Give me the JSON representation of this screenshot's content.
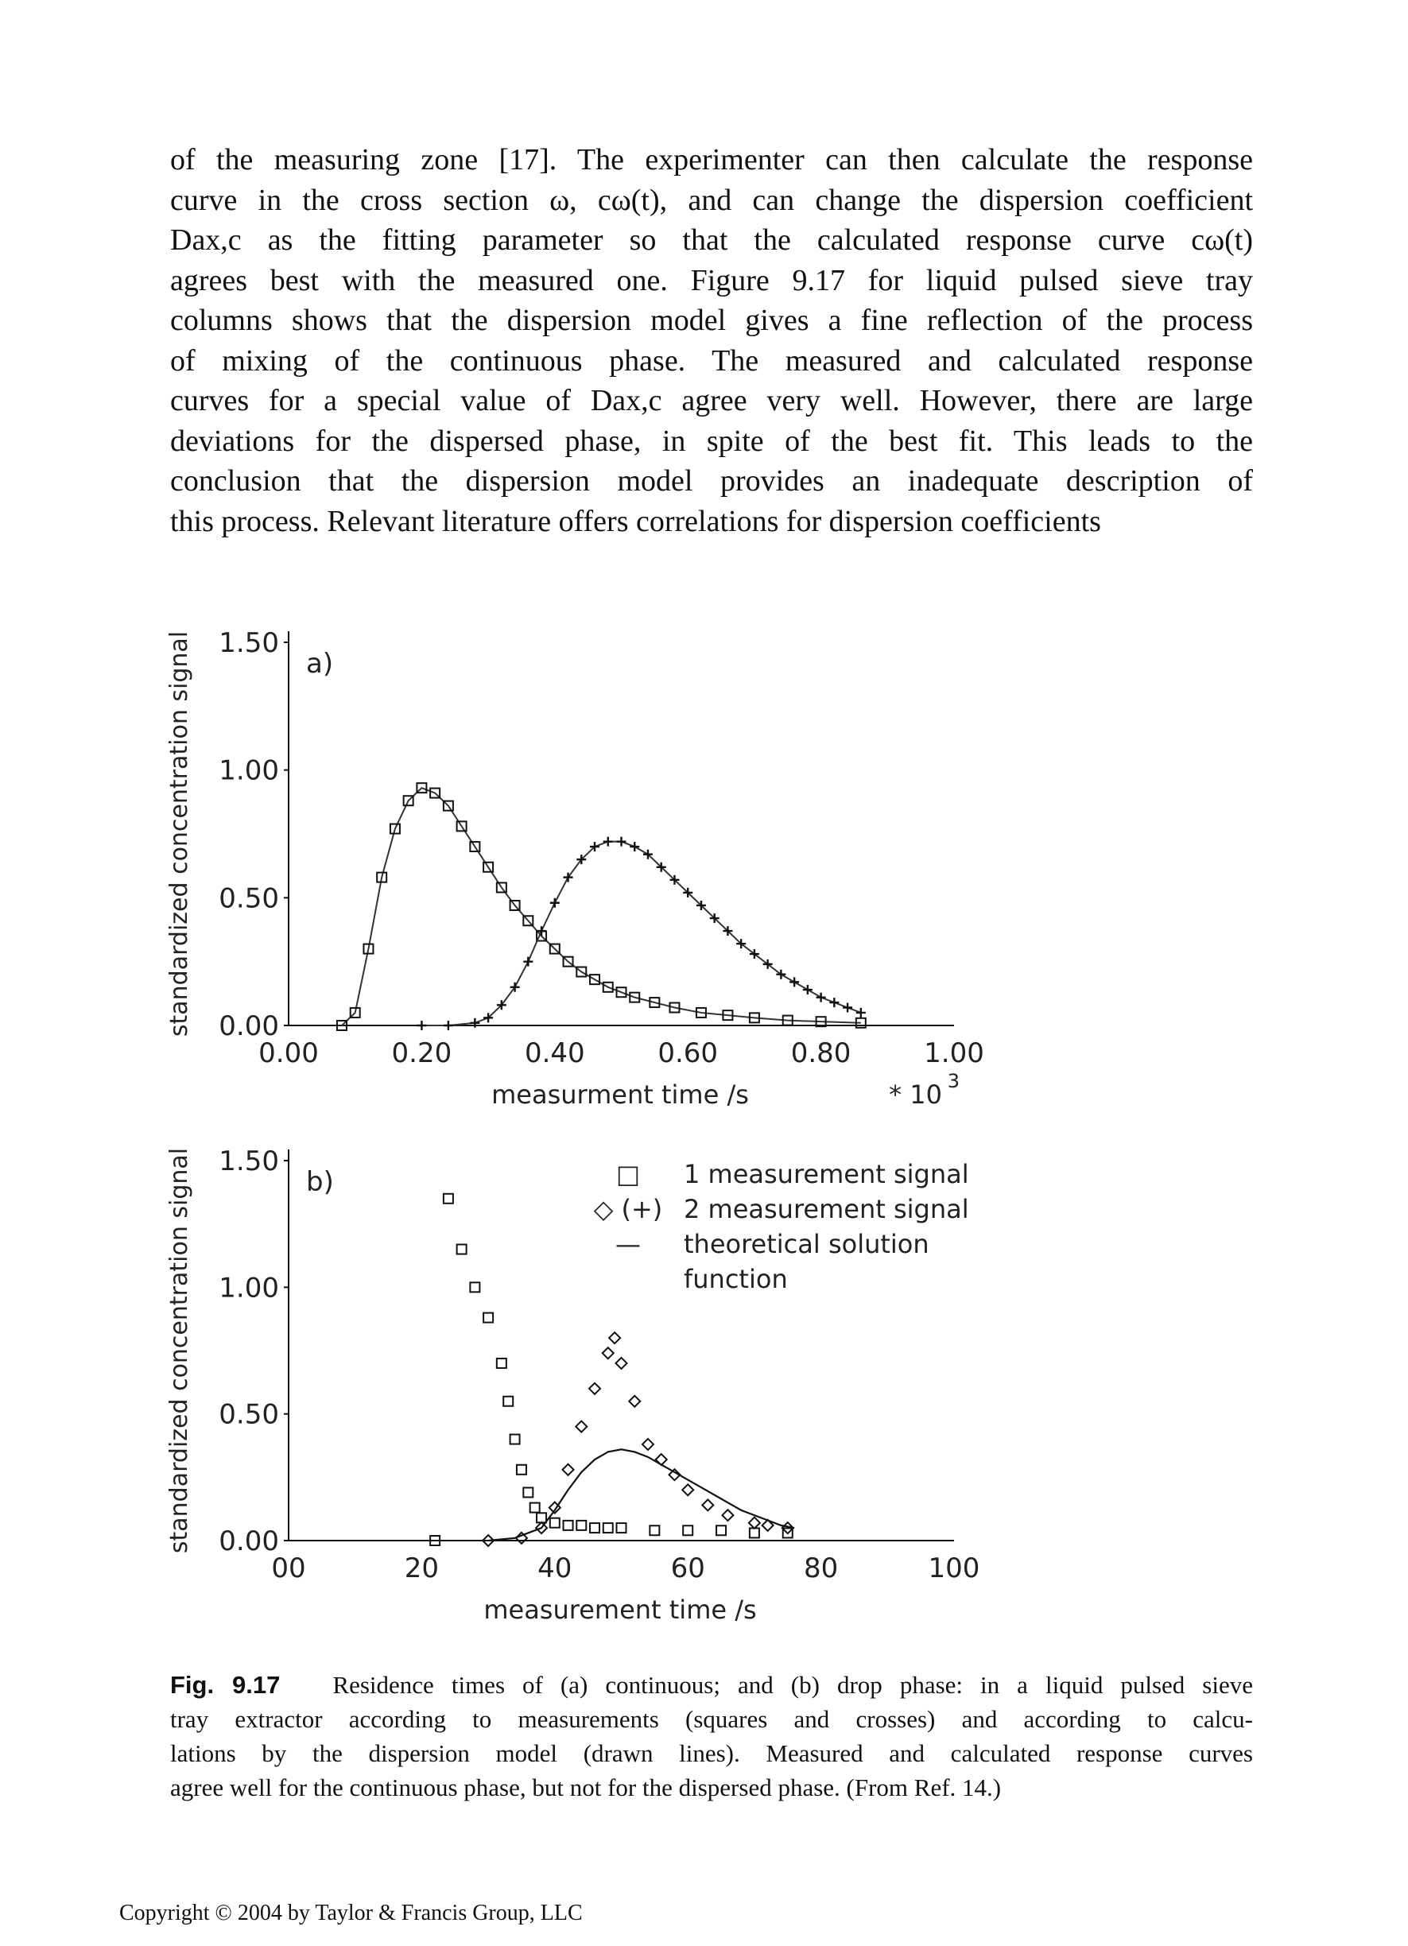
{
  "body_text": {
    "lines": [
      "of the measuring zone [17]. The experimenter can then calculate the response",
      "curve in the cross section ω, cω(t), and can change the dispersion coefficient",
      "Dax,c as the fitting parameter so that the calculated response curve cω(t)",
      "agrees best with the measured one. Figure 9.17 for liquid pulsed sieve tray",
      "columns shows that the dispersion model gives a fine reflection of the process",
      "of mixing of the continuous phase. The measured and calculated response",
      "curves for a special value of Dax,c agree very well. However, there are large",
      "deviations for the dispersed phase, in spite of the best fit. This leads to the",
      "conclusion that the dispersion model provides an inadequate description of",
      "this process. Relevant literature offers correlations for dispersion coefficients"
    ]
  },
  "chart_data": [
    {
      "type": "scatter",
      "panel_label": "a)",
      "xlabel": "measurment time /s",
      "x_multiplier": "* 10",
      "x_multiplier_exp": "3",
      "ylabel": "standardized concentration signal",
      "xlim": [
        0,
        1.0
      ],
      "ylim": [
        0,
        1.5
      ],
      "x_ticks": [
        "0.00",
        "0.20",
        "0.40",
        "0.60",
        "0.80",
        "1.00"
      ],
      "y_ticks": [
        "0.00",
        "0.50",
        "1.00",
        "1.50"
      ],
      "series": [
        {
          "marker": "square",
          "x": [
            0.08,
            0.1,
            0.12,
            0.14,
            0.16,
            0.18,
            0.2,
            0.22,
            0.24,
            0.26,
            0.28,
            0.3,
            0.32,
            0.34,
            0.36,
            0.38,
            0.4,
            0.42,
            0.44,
            0.46,
            0.48,
            0.5,
            0.52,
            0.55,
            0.58,
            0.62,
            0.66,
            0.7,
            0.75,
            0.8,
            0.86
          ],
          "y": [
            0.0,
            0.05,
            0.3,
            0.58,
            0.77,
            0.88,
            0.93,
            0.91,
            0.86,
            0.78,
            0.7,
            0.62,
            0.54,
            0.47,
            0.41,
            0.35,
            0.3,
            0.25,
            0.21,
            0.18,
            0.15,
            0.13,
            0.11,
            0.09,
            0.07,
            0.05,
            0.04,
            0.03,
            0.02,
            0.015,
            0.01
          ]
        },
        {
          "marker": "cross",
          "x": [
            0.2,
            0.24,
            0.28,
            0.3,
            0.32,
            0.34,
            0.36,
            0.38,
            0.4,
            0.42,
            0.44,
            0.46,
            0.48,
            0.5,
            0.52,
            0.54,
            0.56,
            0.58,
            0.6,
            0.62,
            0.64,
            0.66,
            0.68,
            0.7,
            0.72,
            0.74,
            0.76,
            0.78,
            0.8,
            0.82,
            0.84,
            0.86
          ],
          "y": [
            0.0,
            0.0,
            0.01,
            0.03,
            0.08,
            0.15,
            0.25,
            0.37,
            0.48,
            0.58,
            0.65,
            0.7,
            0.72,
            0.72,
            0.7,
            0.67,
            0.62,
            0.57,
            0.52,
            0.47,
            0.42,
            0.37,
            0.32,
            0.28,
            0.24,
            0.2,
            0.17,
            0.14,
            0.11,
            0.09,
            0.07,
            0.05
          ]
        }
      ]
    },
    {
      "type": "scatter",
      "panel_label": "b)",
      "xlabel": "measurement time /s",
      "ylabel": "standardized concentration signal",
      "xlim": [
        0,
        100
      ],
      "ylim": [
        0,
        1.5
      ],
      "x_ticks": [
        "00",
        "20",
        "40",
        "60",
        "80",
        "100"
      ],
      "y_ticks": [
        "0.00",
        "0.50",
        "1.00",
        "1.50"
      ],
      "legend": [
        {
          "symbol": "□",
          "label": "1 measurement signal"
        },
        {
          "symbol": "◇ (+)",
          "label": "2 measurement signal"
        },
        {
          "symbol": "—",
          "label": "theoretical solution"
        },
        {
          "symbol": "",
          "label": "function"
        }
      ],
      "series": [
        {
          "marker": "square",
          "x": [
            22,
            24,
            26,
            28,
            30,
            32,
            33,
            34,
            35,
            36,
            37,
            38,
            40,
            42,
            44,
            46,
            48,
            50,
            55,
            60,
            65,
            70,
            75
          ],
          "y": [
            0.0,
            1.35,
            1.15,
            1.0,
            0.88,
            0.7,
            0.55,
            0.4,
            0.28,
            0.19,
            0.13,
            0.09,
            0.07,
            0.06,
            0.06,
            0.05,
            0.05,
            0.05,
            0.04,
            0.04,
            0.04,
            0.03,
            0.03
          ]
        },
        {
          "marker": "diamond",
          "x": [
            30,
            35,
            38,
            40,
            42,
            44,
            46,
            48,
            49,
            50,
            52,
            54,
            56,
            58,
            60,
            63,
            66,
            70,
            72,
            75
          ],
          "y": [
            0.0,
            0.01,
            0.05,
            0.13,
            0.28,
            0.45,
            0.6,
            0.74,
            0.8,
            0.7,
            0.55,
            0.38,
            0.32,
            0.26,
            0.2,
            0.14,
            0.1,
            0.07,
            0.06,
            0.05
          ]
        },
        {
          "marker": "line",
          "x": [
            30,
            34,
            38,
            40,
            42,
            44,
            46,
            48,
            50,
            52,
            54,
            56,
            58,
            60,
            62,
            64,
            66,
            68,
            70,
            72,
            74,
            76
          ],
          "y": [
            0.0,
            0.01,
            0.05,
            0.12,
            0.2,
            0.27,
            0.32,
            0.35,
            0.36,
            0.35,
            0.33,
            0.3,
            0.27,
            0.24,
            0.21,
            0.18,
            0.15,
            0.12,
            0.1,
            0.08,
            0.06,
            0.05
          ]
        }
      ]
    }
  ],
  "caption": {
    "label": "Fig. 9.17",
    "lines": [
      "Residence times of (a) continuous; and (b) drop phase: in a liquid pulsed sieve",
      "tray extractor according to measurements (squares and crosses) and according to calcu-",
      "lations by the dispersion model (drawn lines). Measured and calculated response curves",
      "agree well for the continuous phase, but not for the dispersed phase. (From Ref. 14.)"
    ]
  },
  "footer": "Copyright © 2004 by Taylor & Francis Group, LLC"
}
